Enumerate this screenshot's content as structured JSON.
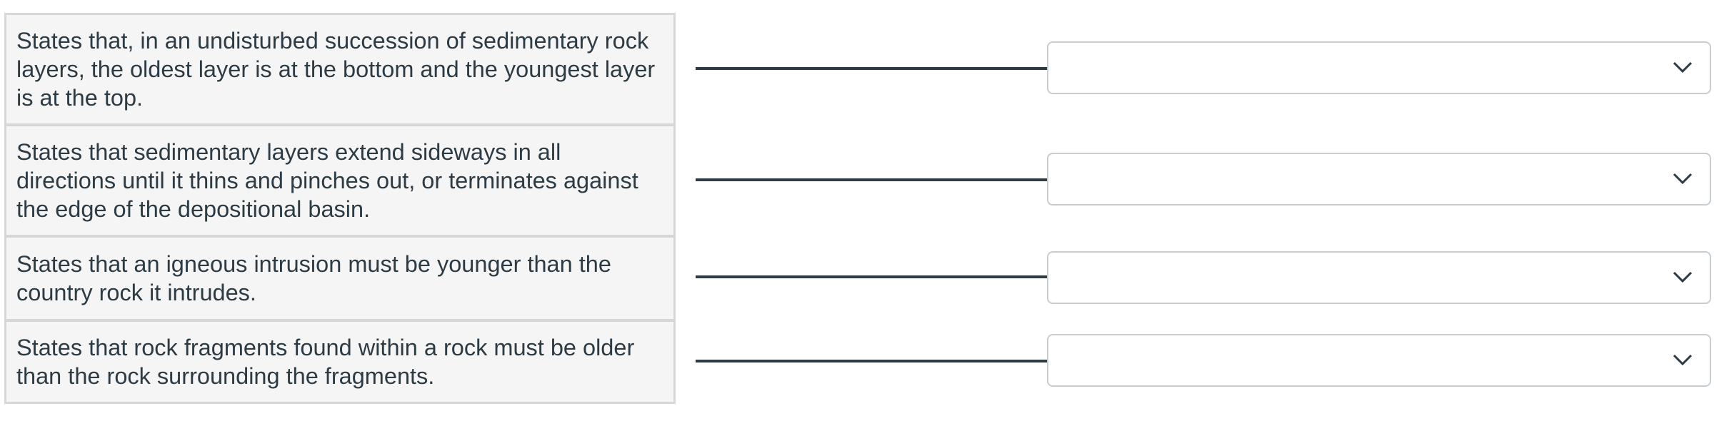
{
  "matching": {
    "rows": [
      {
        "prompt": "States that, in an undisturbed succession of sedimentary rock layers, the oldest layer is at the bottom and the youngest layer is at the top.",
        "selected": ""
      },
      {
        "prompt": "States that sedimentary layers extend sideways in all directions until it thins and pinches out, or terminates against the edge of the depositional basin.",
        "selected": ""
      },
      {
        "prompt": "States that an igneous intrusion must be younger than the country rock it intrudes.",
        "selected": ""
      },
      {
        "prompt": "States that rock fragments found within a rock must be older than the rock surrounding the fragments.",
        "selected": ""
      }
    ],
    "icons": {
      "dropdown": "chevron-down-icon"
    },
    "colors": {
      "prompt_background": "#f5f5f5",
      "prompt_border": "#d7d7d7",
      "connector": "#2d3b45",
      "select_border": "#c7cdd1",
      "text": "#2d3b45"
    }
  }
}
